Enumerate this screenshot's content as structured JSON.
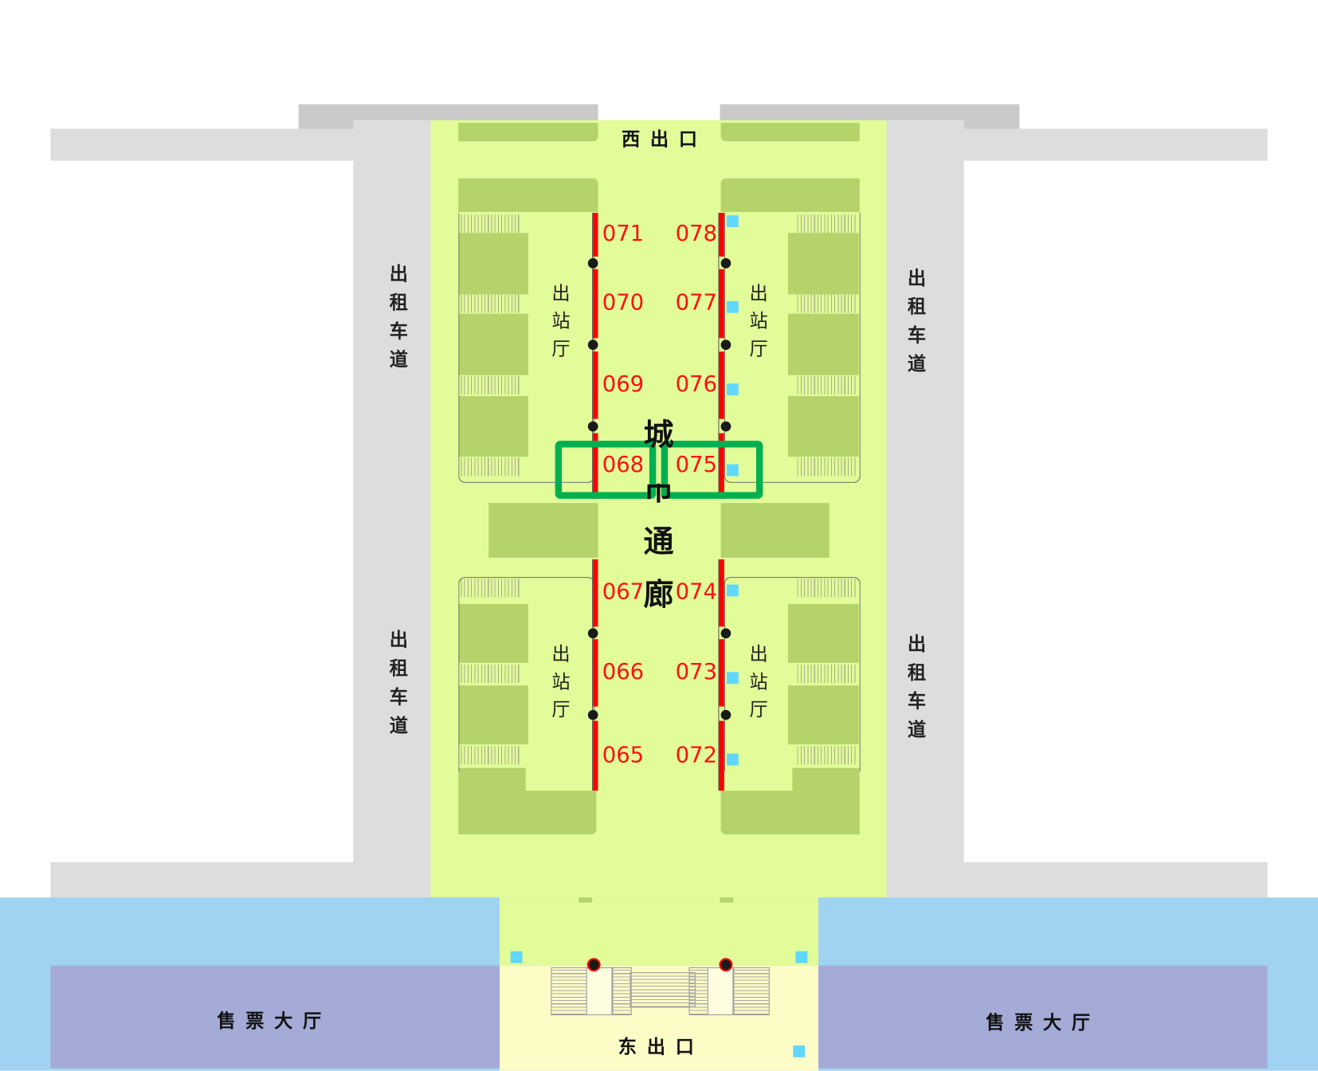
{
  "labels": {
    "west_exit": "西出口",
    "east_exit": "东出口",
    "taxi_lane": "出租车道",
    "exit_hall": "出站厅",
    "ticket_hall": "售票大厅",
    "corridor": [
      "城",
      "市",
      "通",
      "廊"
    ]
  },
  "gates": {
    "left_upper": [
      "071",
      "070",
      "069",
      "068"
    ],
    "right_upper": [
      "078",
      "077",
      "076",
      "075"
    ],
    "left_lower": [
      "067",
      "066",
      "065"
    ],
    "right_lower": [
      "074",
      "073",
      "072"
    ]
  },
  "highlighted_gates": [
    "068",
    "075"
  ],
  "colors": {
    "concourse": "#e1fc98",
    "platform_block": "#b4d36a",
    "road": "#dcdddc",
    "ticket_hall": "#a3abd6",
    "outer_band": "#a0d3f1",
    "gate_line": "#ff0000",
    "highlight": "#00b050",
    "marker": "#5fd7ff"
  }
}
